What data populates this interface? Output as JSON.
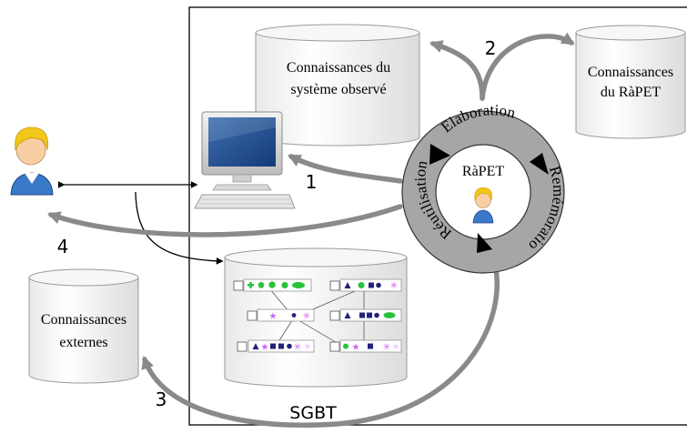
{
  "stores": {
    "observed": {
      "line1": "Connaissances du",
      "line2": "système observé"
    },
    "rapet": {
      "line1": "Connaissances",
      "line2": "du RàPET"
    },
    "external": {
      "line1": "Connaissances",
      "line2": "externes"
    },
    "sgbt": {
      "label": "SGBT"
    }
  },
  "cycle": {
    "center": "RàPET",
    "phases": [
      "Elaboration",
      "Remémoratio",
      "Réutilisation"
    ]
  },
  "arrows": {
    "a1": "1",
    "a2": "2",
    "a3": "3",
    "a4": "4"
  },
  "colors": {
    "arrow_gray": "#8a8a8a",
    "disk_gray": "#a6a6a6",
    "trace_green": "#2bc23b",
    "trace_navy": "#23237a",
    "trace_violet": "#cc66ee"
  }
}
